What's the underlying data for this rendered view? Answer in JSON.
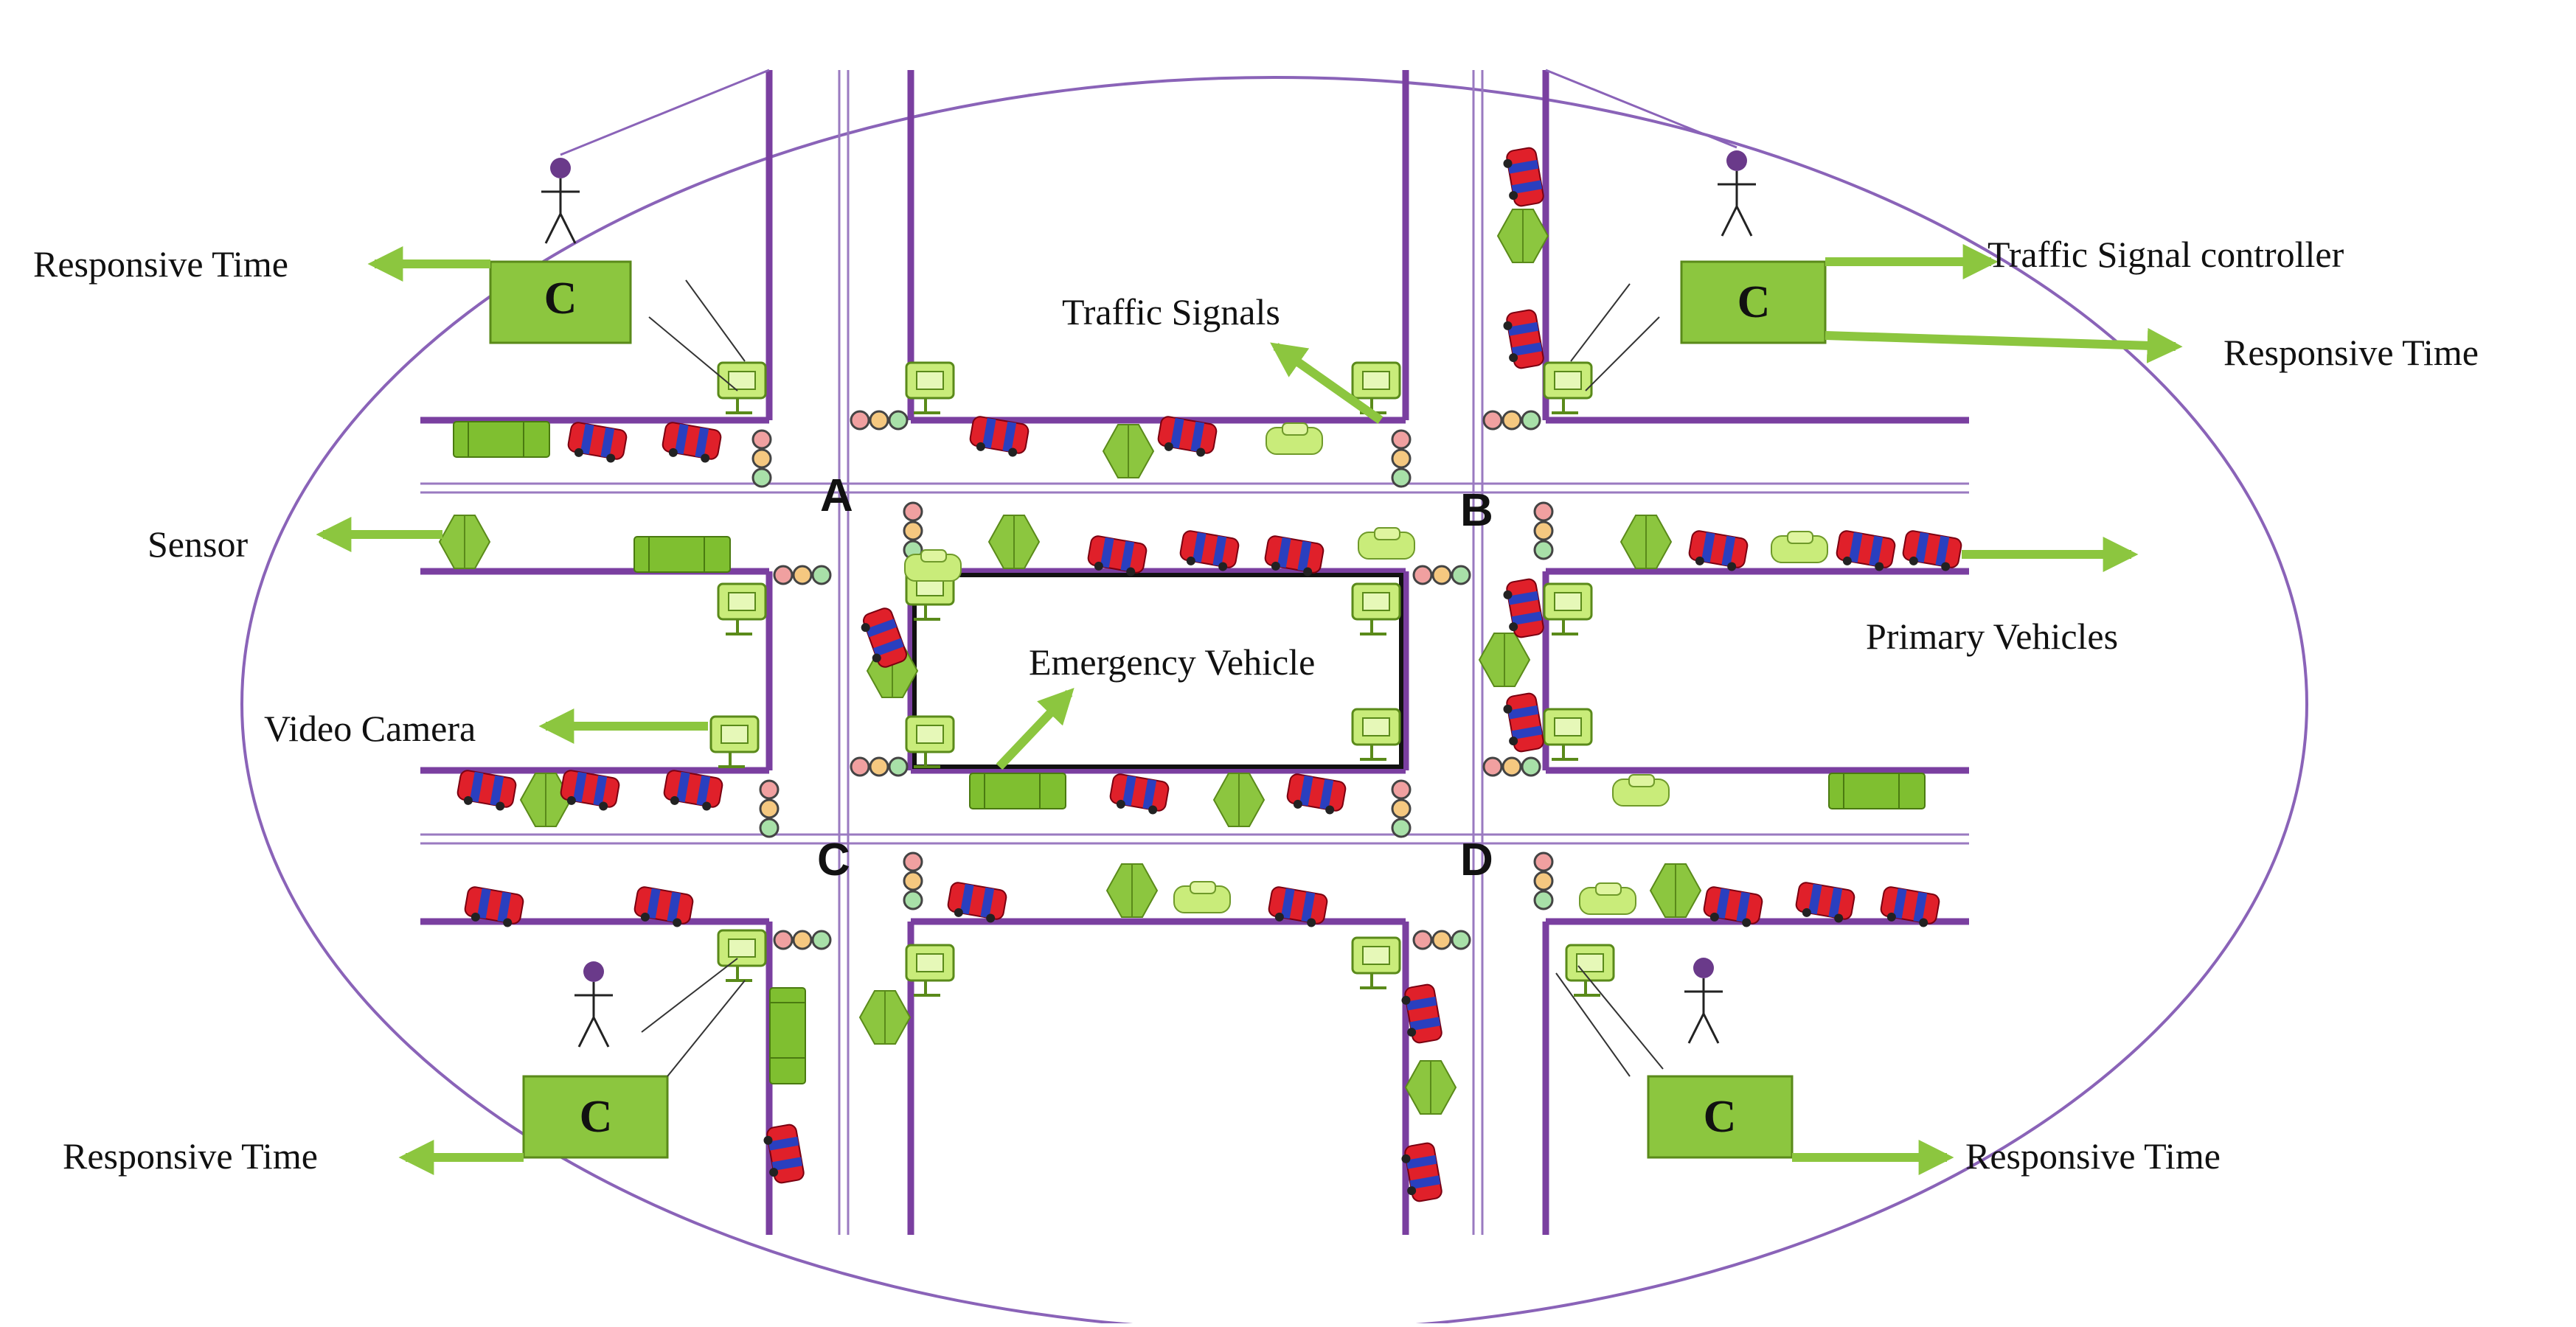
{
  "diagram": {
    "intersections": [
      "A",
      "B",
      "C",
      "D"
    ],
    "controller_letter": "C",
    "labels": {
      "responsive_time_top_left": "Responsive Time",
      "traffic_signal_controller": "Traffic Signal controller",
      "responsive_time_top_right": "Responsive Time",
      "traffic_signals": "Traffic Signals",
      "sensor": "Sensor",
      "primary_vehicles": "Primary Vehicles",
      "emergency_vehicle": "Emergency Vehicle",
      "video_camera": "Video Camera",
      "responsive_time_bottom_left": "Responsive Time",
      "responsive_time_bottom_right": "Responsive Time"
    },
    "colors": {
      "road": "#7a3fa0",
      "controller": "#8cc63f",
      "arrow": "#8cc63f",
      "car_body": "#e0202a",
      "car_stripe": "#2a3fbf",
      "ellipse": "#8a63b8"
    }
  }
}
